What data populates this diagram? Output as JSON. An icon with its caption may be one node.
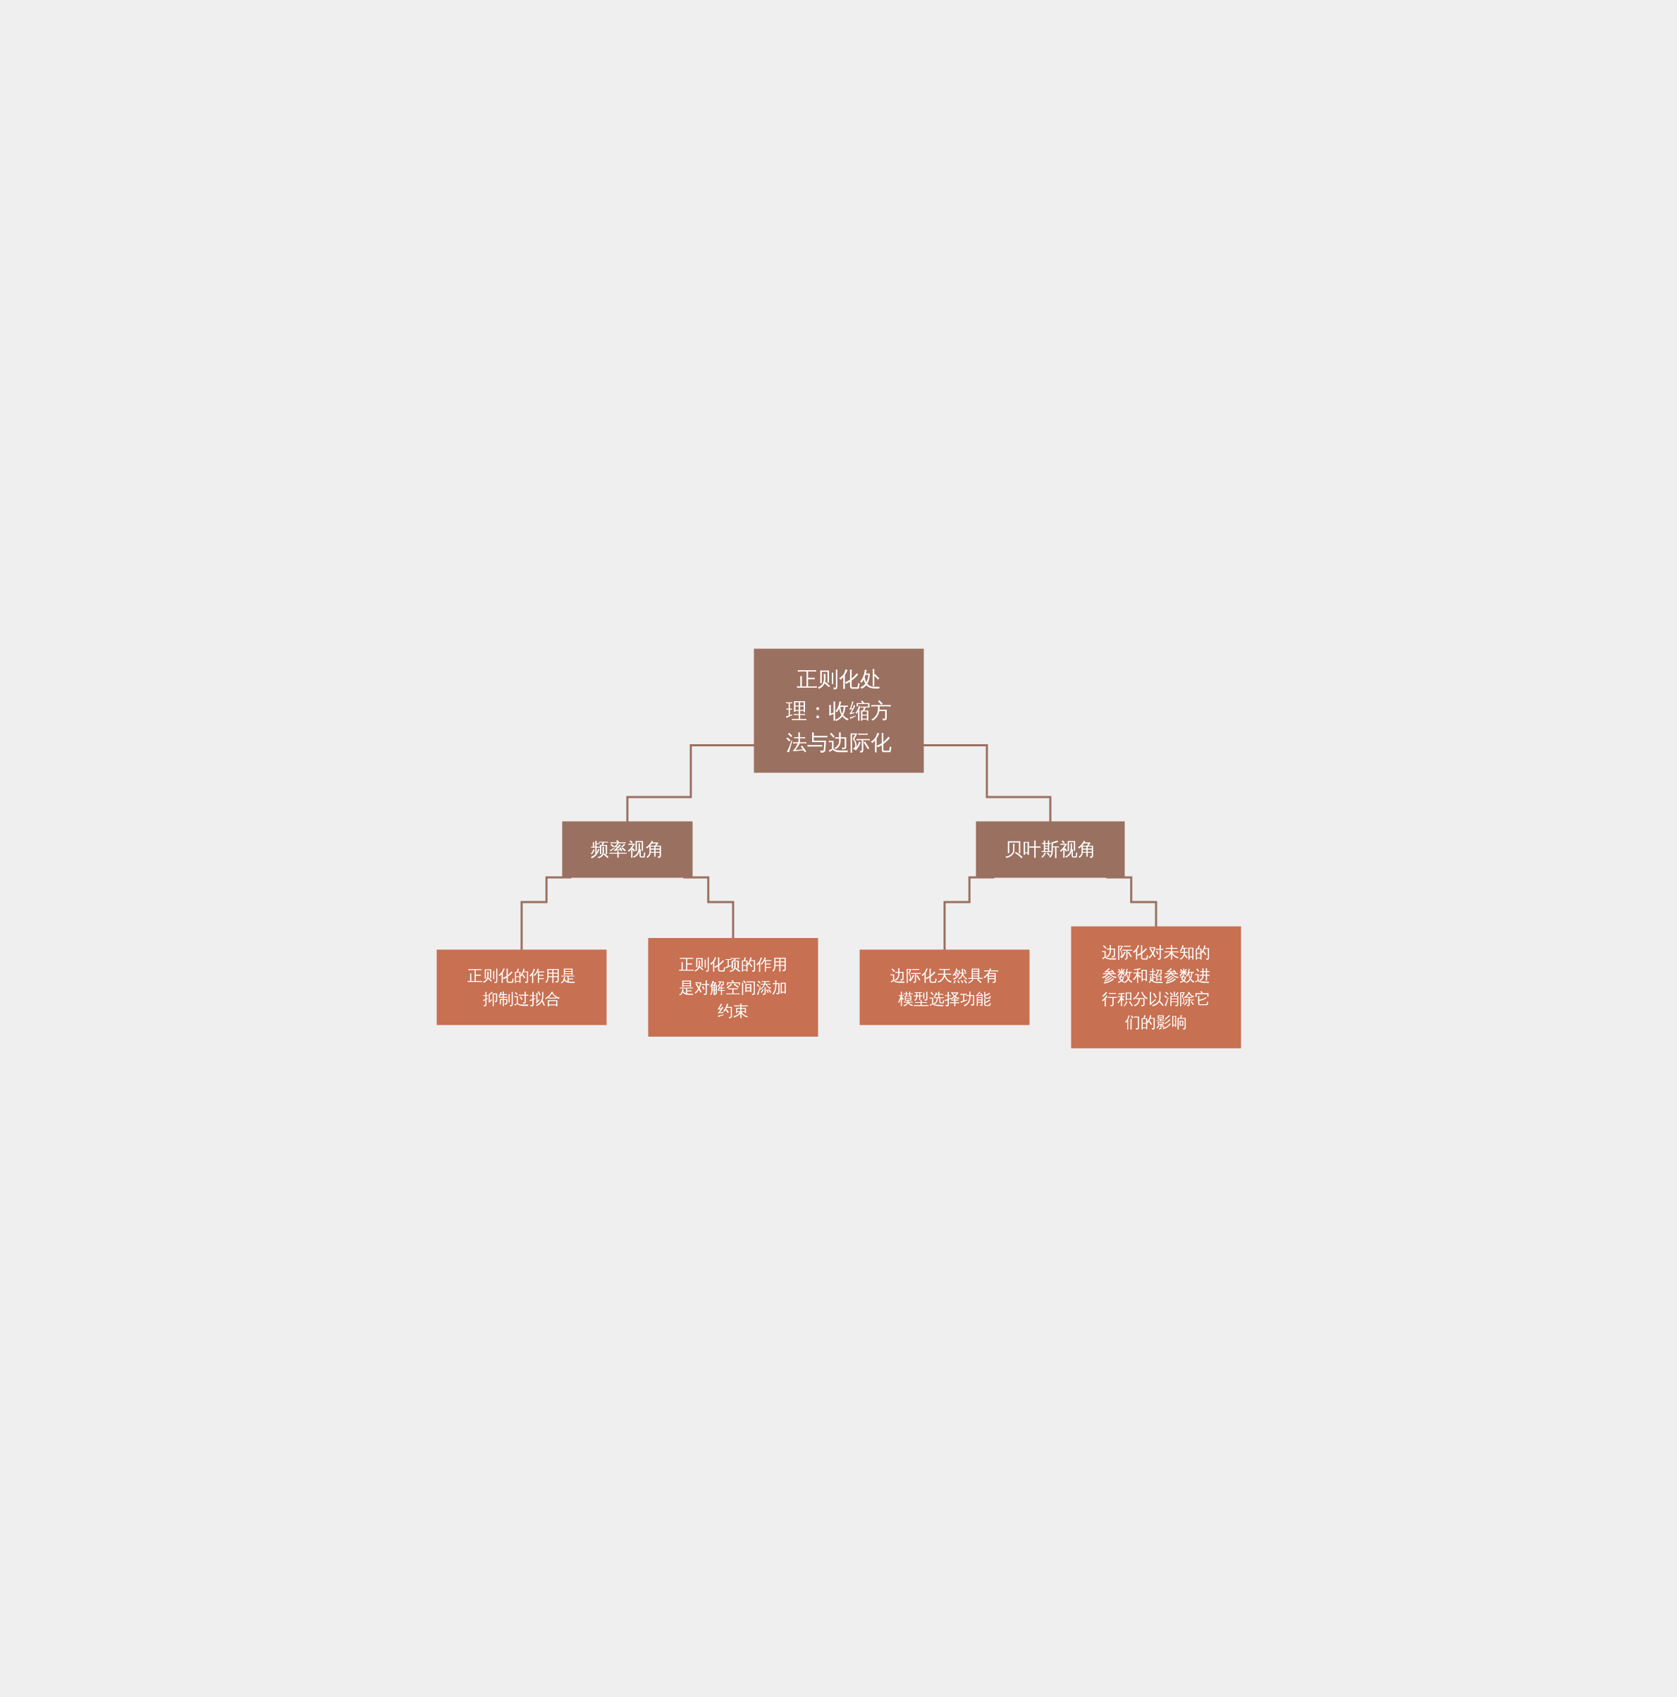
{
  "diagram": {
    "nodes": [
      {
        "text": [
          "正则化处理：收缩方法与边际化"
        ]
      },
      {
        "text": [
          "频率视角"
        ]
      },
      {
        "text": [
          "贝叶斯视角"
        ]
      },
      {
        "text": [
          "正则化的作用是抑制过拟合"
        ]
      },
      {
        "text": [
          "正则化项的作用是对解空间添加约束"
        ]
      },
      {
        "text": [
          "边际化天然具有模型选择功能"
        ]
      },
      {
        "text": [
          "边际化对未知的参数和超参数进行积分以消除它们的影响"
        ]
      }
    ],
    "edges": [
      {
        "from": 0,
        "to": 1,
        "arrow": "none"
      },
      {
        "from": 0,
        "to": 2,
        "arrow": "none"
      },
      {
        "from": 1,
        "to": 3,
        "arrow": "none"
      },
      {
        "from": 1,
        "to": 4,
        "arrow": "none"
      },
      {
        "from": 2,
        "to": 5,
        "arrow": "none"
      },
      {
        "from": 2,
        "to": 6,
        "arrow": "none"
      }
    ]
  }
}
